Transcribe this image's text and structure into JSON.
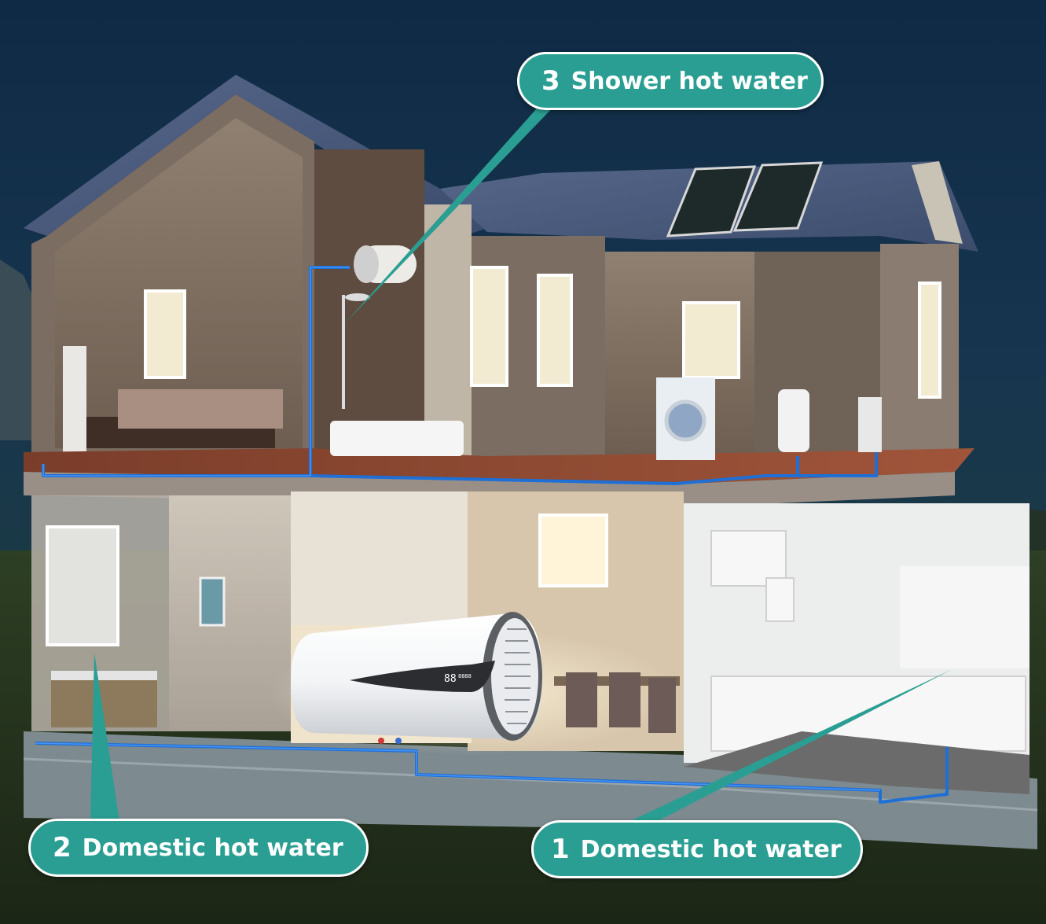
{
  "callouts": [
    {
      "number": "3",
      "label": "Shower hot water"
    },
    {
      "number": "2",
      "label": "Domestic hot water"
    },
    {
      "number": "1",
      "label": "Domestic hot water"
    }
  ],
  "heater_display": {
    "digits": "88",
    "digits_small": "8888"
  },
  "colors": {
    "callout": "#2a9e92",
    "pipe": "#1e6fd6",
    "sky": "#14324d",
    "roof": "#4c5f82"
  }
}
